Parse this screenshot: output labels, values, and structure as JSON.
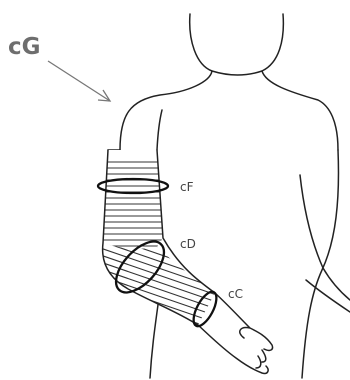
{
  "labels": {
    "cG": "cG",
    "cF": "cF",
    "cD": "cD",
    "cC": "cC"
  }
}
